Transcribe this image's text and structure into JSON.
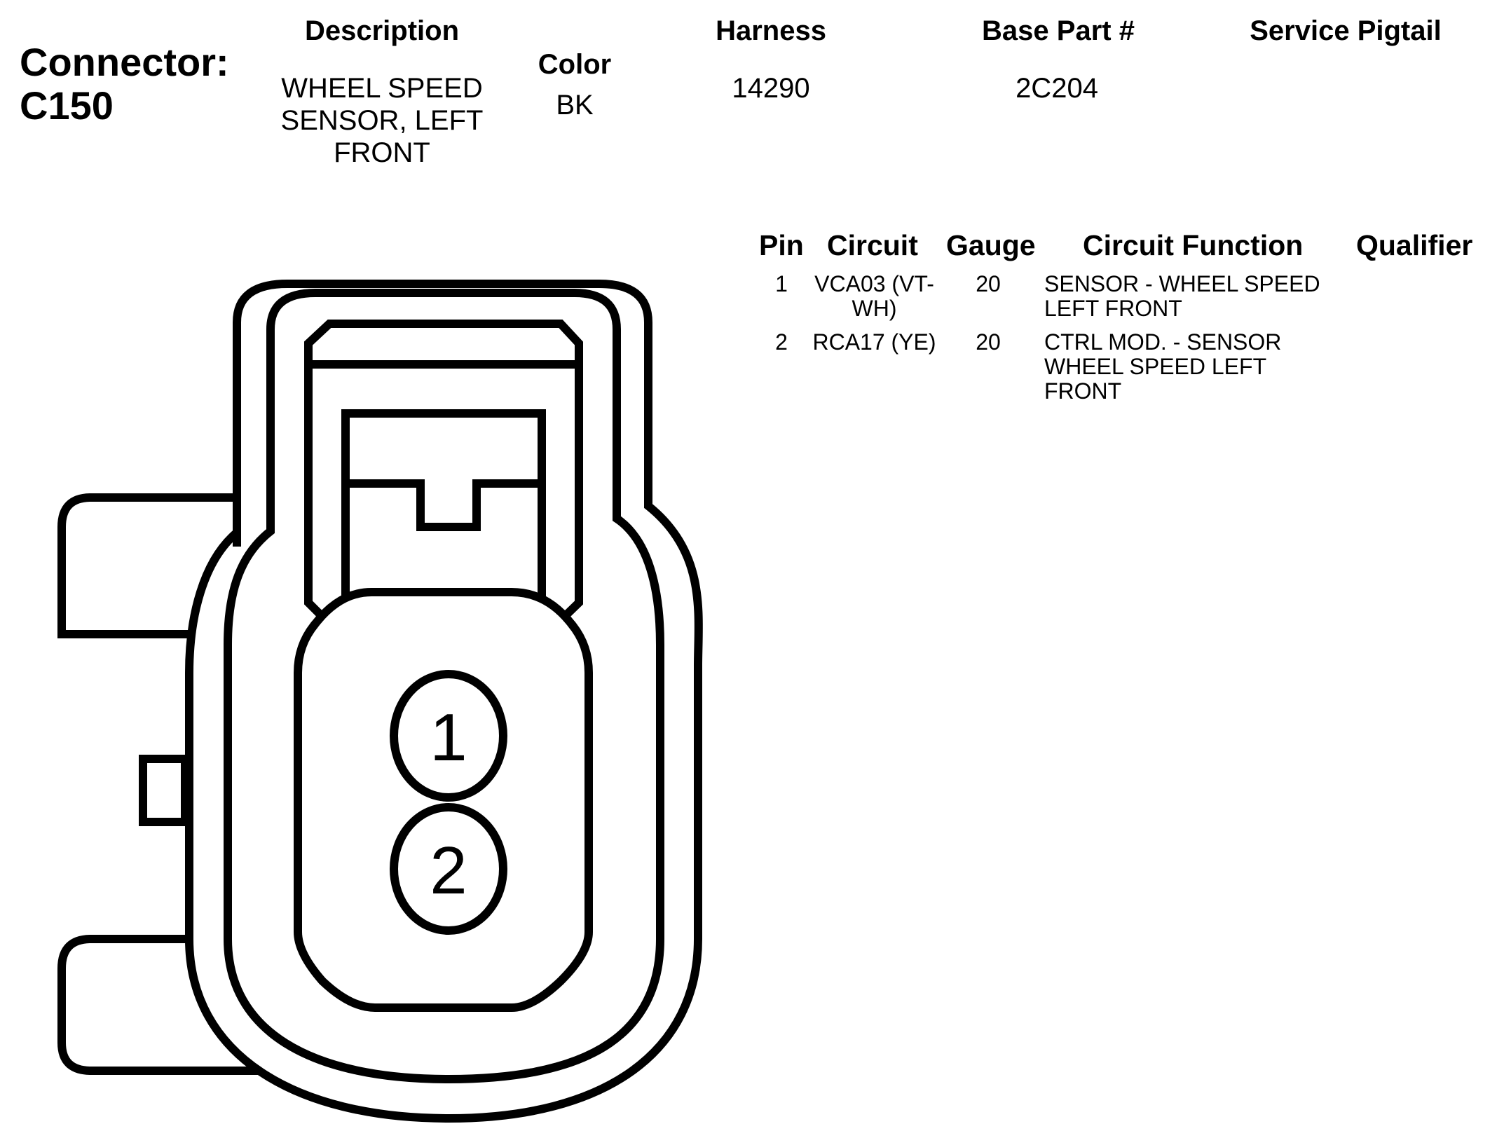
{
  "connector": {
    "label": "Connector:",
    "id": "C150"
  },
  "header": {
    "description_label": "Description",
    "description_value": [
      "WHEEL SPEED",
      "SENSOR, LEFT",
      "FRONT"
    ],
    "color_label": "Color",
    "color_value": "BK",
    "harness_label": "Harness",
    "harness_value": "14290",
    "base_part_label": "Base Part #",
    "base_part_value": "2C204",
    "service_pigtail_label": "Service Pigtail",
    "service_pigtail_value": ""
  },
  "pin_table": {
    "columns": [
      "Pin",
      "Circuit",
      "Gauge",
      "Circuit Function",
      "Qualifier"
    ],
    "rows": [
      {
        "pin": "1",
        "circuit": [
          "VCA03 (VT-",
          "WH)"
        ],
        "gauge": "20",
        "function": [
          "SENSOR - WHEEL SPEED",
          "LEFT FRONT"
        ],
        "qualifier": ""
      },
      {
        "pin": "2",
        "circuit": [
          "RCA17 (YE)"
        ],
        "gauge": "20",
        "function": [
          "CTRL MOD. - SENSOR",
          "WHEEL SPEED LEFT",
          "FRONT"
        ],
        "qualifier": ""
      }
    ]
  },
  "diagram": {
    "pin_labels": [
      "1",
      "2"
    ]
  }
}
